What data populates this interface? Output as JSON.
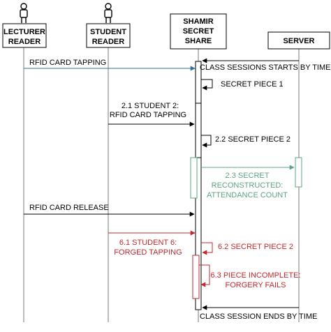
{
  "colors": {
    "line": "#000000",
    "lifeline": "#7a7a7a",
    "green": "#5aa482",
    "red": "#c0282d",
    "box_fill": "#ffffff"
  },
  "actors": {
    "lecturer": {
      "icon": "person-icon",
      "line1": "LECTURER",
      "line2": "READER"
    },
    "student": {
      "icon": "person-icon",
      "line1": "STUDENT",
      "line2": "READER"
    },
    "shamir": {
      "line1": "SHAMIR",
      "line2": "SECRET",
      "line3": "SHARE"
    },
    "server": {
      "line1": "SERVER"
    }
  },
  "messages": {
    "m1": "RFID CARD TAPPING",
    "m2": "CLASS SESSIONS STARTS BY TIME",
    "m3": "SECRET PIECE 1",
    "m4_line1": "2.1 STUDENT 2:",
    "m4_line2": "RFID CARD TAPPING",
    "m5": "2.2 SECRET PIECE 2",
    "m6_line1": "2.3 SECRET",
    "m6_line2": "RECONSTRUCTED:",
    "m6_line3": "ATTENDANCE COUNT",
    "m7": "RFID CARD RELEASE",
    "m8_line1": "6.1 STUDENT 6:",
    "m8_line2": "FORGED TAPPING",
    "m9": "6.2 SECRET PIECE 2",
    "m10_line1": "6.3 PIECE INCOMPLETE:",
    "m10_line2": "FORGERY FAILS",
    "m11": "CLASS SESSION ENDS BY TIME"
  }
}
